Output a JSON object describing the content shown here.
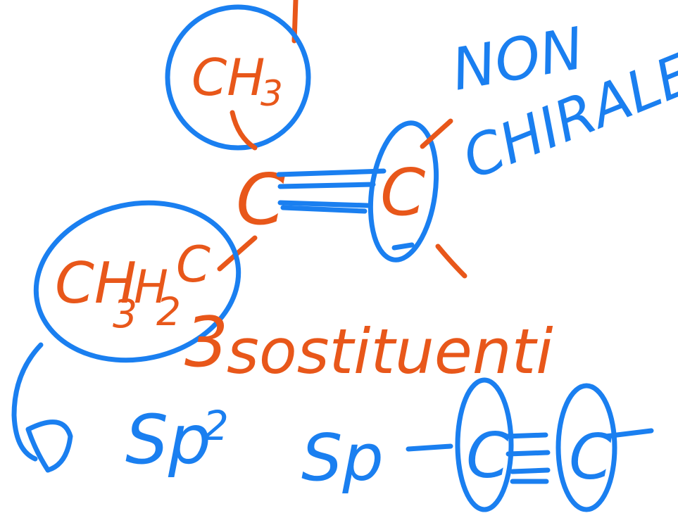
{
  "colors": {
    "orange_ink": "#e8571a",
    "blue_ink": "#1a7ff0",
    "background": "#ffffff"
  },
  "labels": {
    "methyl": "CH",
    "methyl_sub": "3",
    "ethyl_a": "CH",
    "ethyl_a_sub": "3",
    "ethyl_b": "H",
    "ethyl_b_sub": "2",
    "ethyl_c": "C",
    "carbon_left": "C",
    "carbon_right": "C",
    "non": "NON",
    "chirale": "CHIRALE",
    "substituents_count": "3",
    "substituents_word": "sostituenti",
    "sp2_base": "Sp",
    "sp2_exp": "2",
    "sp": "Sp",
    "triple_left_c": "C",
    "triple_right_c": "C"
  }
}
